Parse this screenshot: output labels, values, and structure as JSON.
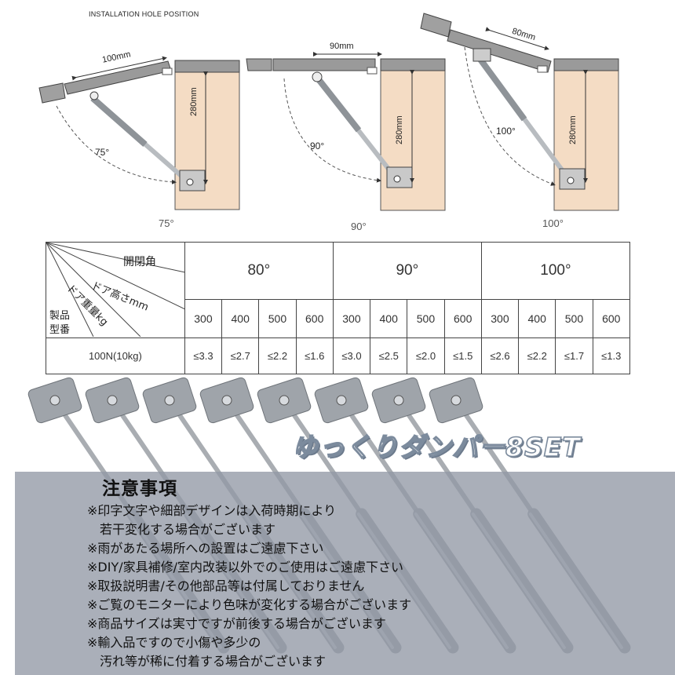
{
  "diagram": {
    "title": "INSTALLATION HOLE POSITION",
    "panels": [
      {
        "offset": "100mm",
        "height": "280mm",
        "angle": "75°",
        "caption": "75°"
      },
      {
        "offset": "90mm",
        "height": "280mm",
        "angle": "90°",
        "caption": "90°"
      },
      {
        "offset": "80mm",
        "height": "280mm",
        "angle": "100°",
        "caption": "100°"
      }
    ]
  },
  "table": {
    "corner": {
      "angle": "開閉角",
      "height": "ドア高さmm",
      "weight": "ドア重量kg",
      "product": "製品",
      "model": "型番"
    },
    "angles": [
      "80°",
      "90°",
      "100°"
    ],
    "sizes": [
      "300",
      "400",
      "500",
      "600",
      "300",
      "400",
      "500",
      "600",
      "300",
      "400",
      "500",
      "600"
    ],
    "rows": [
      {
        "model": "100N(10kg)",
        "values": [
          "≤3.3",
          "≤2.7",
          "≤2.2",
          "≤1.6",
          "≤3.0",
          "≤2.5",
          "≤2.0",
          "≤1.5",
          "≤2.6",
          "≤2.2",
          "≤1.7",
          "≤1.3"
        ]
      }
    ]
  },
  "product_banner": "ゆっくりダンパー8SET",
  "notes": {
    "title": "注意事項",
    "lines": [
      "※印字文字や細部デザインは入荷時期により",
      "　若干変化する場合がございます",
      "※雨があたる場所への設置はご遠慮下さい",
      "※DIY/家具補修/室内改装以外でのご使用はご遠慮下さい",
      "※取扱説明書/その他部品等は付属しておりません",
      "※ご覧のモニターにより色味が変化する場合がございます",
      "※商品サイズは実寸ですが前後する場合がございます",
      "※輸入品ですので小傷や多少の",
      "　汚れ等が稀に付着する場合がございます"
    ]
  },
  "colors": {
    "cabinet": "#f4dcc4",
    "lid": "#9a9a9a",
    "strut": "#b8bcc0",
    "band": "#92989f",
    "text": "#111111"
  }
}
